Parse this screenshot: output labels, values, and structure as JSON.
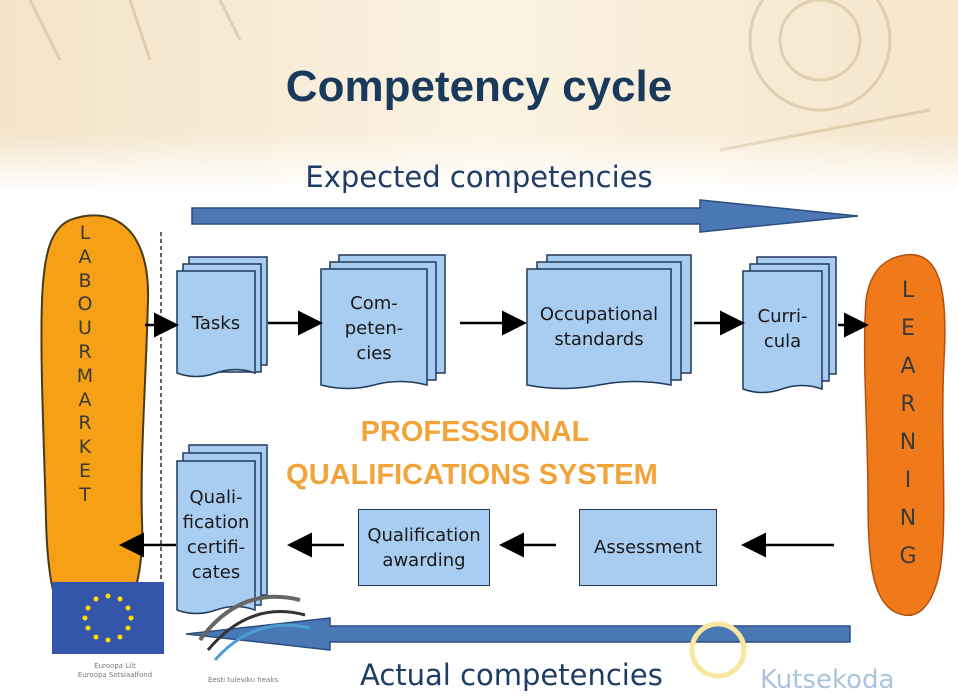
{
  "title": "Competency cycle",
  "expected_label": "Expected competencies",
  "actual_label": "Actual competencies",
  "labour_market_letters": [
    "L",
    "A",
    "B",
    "O",
    "U",
    "R",
    "M",
    "A",
    "R",
    "K",
    "E",
    "T"
  ],
  "learning_letters": [
    "L",
    "E",
    "A",
    "R",
    "N",
    "I",
    "N",
    "G"
  ],
  "top_row": {
    "tasks": "Tasks",
    "competencies": "Com-\npeten-\ncies",
    "occupational_standards": "Occupational\nstandards",
    "curricula": "Curri-\ncula"
  },
  "center_text": [
    "PROFESSIONAL",
    "QUALIFICATIONS SYSTEM"
  ],
  "bottom_row": {
    "qualification_certificates": "Quali-\nfication\ncertifi-\ncates",
    "qualification_awarding": "Qualification\nawarding",
    "assessment": "Assessment"
  },
  "footer": {
    "eu_caption": "Euroopa Liit\nEuroopa Sotsiaalfond",
    "efund_caption": "Eesti tuleviku heaks",
    "kutsekoda": "Kutsekoda"
  },
  "colors": {
    "title": "#1a3a5c",
    "box_fill": "#a8cdf0",
    "box_border": "#1f3a5a",
    "labour_market_blob": "#f5a015",
    "learning_blob": "#f07a1a",
    "arrow_blue": "#4a78b4",
    "pqs_text": "#f2a43a",
    "eu_flag": "#3355aa"
  }
}
